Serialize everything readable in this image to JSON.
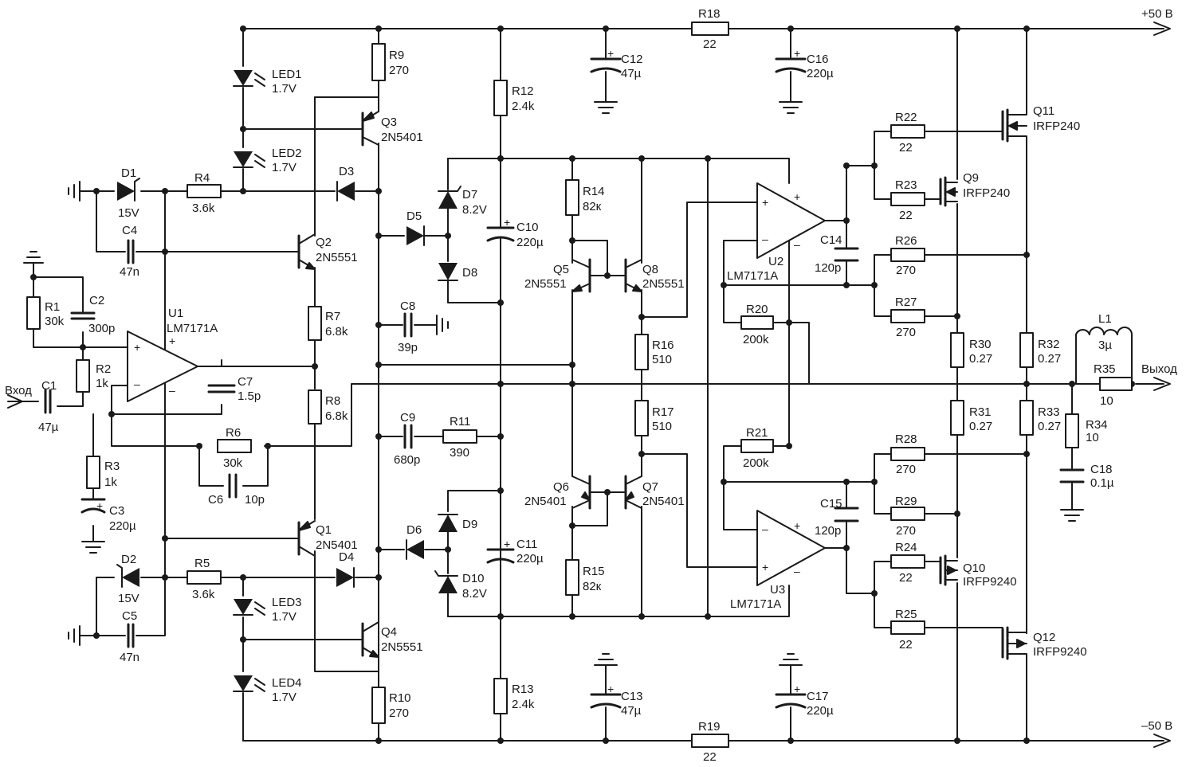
{
  "rails": {
    "positive": "+50 В",
    "negative": "–50 В"
  },
  "io": {
    "input": "Вход",
    "output": "Выход"
  },
  "resistors": [
    {
      "ref": "R1",
      "value": "30k"
    },
    {
      "ref": "R2",
      "value": "1k"
    },
    {
      "ref": "R3",
      "value": "1k"
    },
    {
      "ref": "R4",
      "value": "3.6k"
    },
    {
      "ref": "R5",
      "value": "3.6k"
    },
    {
      "ref": "R6",
      "value": "30k"
    },
    {
      "ref": "R7",
      "value": "6.8k"
    },
    {
      "ref": "R8",
      "value": "6.8k"
    },
    {
      "ref": "R9",
      "value": "270"
    },
    {
      "ref": "R10",
      "value": "270"
    },
    {
      "ref": "R11",
      "value": "390"
    },
    {
      "ref": "R12",
      "value": "2.4k"
    },
    {
      "ref": "R13",
      "value": "2.4k"
    },
    {
      "ref": "R14",
      "value": "82к"
    },
    {
      "ref": "R15",
      "value": "82к"
    },
    {
      "ref": "R16",
      "value": "510"
    },
    {
      "ref": "R17",
      "value": "510"
    },
    {
      "ref": "R18",
      "value": "22"
    },
    {
      "ref": "R19",
      "value": "22"
    },
    {
      "ref": "R20",
      "value": "200k"
    },
    {
      "ref": "R21",
      "value": "200k"
    },
    {
      "ref": "R22",
      "value": "22"
    },
    {
      "ref": "R23",
      "value": "22"
    },
    {
      "ref": "R24",
      "value": "22"
    },
    {
      "ref": "R25",
      "value": "22"
    },
    {
      "ref": "R26",
      "value": "270"
    },
    {
      "ref": "R27",
      "value": "270"
    },
    {
      "ref": "R28",
      "value": "270"
    },
    {
      "ref": "R29",
      "value": "270"
    },
    {
      "ref": "R30",
      "value": "0.27"
    },
    {
      "ref": "R31",
      "value": "0.27"
    },
    {
      "ref": "R32",
      "value": "0.27"
    },
    {
      "ref": "R33",
      "value": "0.27"
    },
    {
      "ref": "R34",
      "value": "10"
    },
    {
      "ref": "R35",
      "value": "10"
    }
  ],
  "capacitors": [
    {
      "ref": "C1",
      "value": "47µ"
    },
    {
      "ref": "C2",
      "value": "300p"
    },
    {
      "ref": "C3",
      "value": "220µ"
    },
    {
      "ref": "C4",
      "value": "47n"
    },
    {
      "ref": "C5",
      "value": "47n"
    },
    {
      "ref": "C6",
      "value": "10p"
    },
    {
      "ref": "C7",
      "value": "1.5p"
    },
    {
      "ref": "C8",
      "value": "39p"
    },
    {
      "ref": "C9",
      "value": "680p"
    },
    {
      "ref": "C10",
      "value": "220µ"
    },
    {
      "ref": "C11",
      "value": "220µ"
    },
    {
      "ref": "C12",
      "value": "47µ"
    },
    {
      "ref": "C13",
      "value": "47µ"
    },
    {
      "ref": "C14",
      "value": "120p"
    },
    {
      "ref": "C15",
      "value": "120p"
    },
    {
      "ref": "C16",
      "value": "220µ"
    },
    {
      "ref": "C17",
      "value": "220µ"
    },
    {
      "ref": "C18",
      "value": "0.1µ"
    }
  ],
  "diodes": [
    {
      "ref": "D1",
      "value": "15V"
    },
    {
      "ref": "D2",
      "value": "15V"
    },
    {
      "ref": "D3",
      "value": ""
    },
    {
      "ref": "D4",
      "value": ""
    },
    {
      "ref": "D5",
      "value": ""
    },
    {
      "ref": "D6",
      "value": ""
    },
    {
      "ref": "D7",
      "value": "8.2V"
    },
    {
      "ref": "D8",
      "value": ""
    },
    {
      "ref": "D9",
      "value": ""
    },
    {
      "ref": "D10",
      "value": "8.2V"
    },
    {
      "ref": "LED1",
      "value": "1.7V"
    },
    {
      "ref": "LED2",
      "value": "1.7V"
    },
    {
      "ref": "LED3",
      "value": "1.7V"
    },
    {
      "ref": "LED4",
      "value": "1.7V"
    }
  ],
  "transistors": [
    {
      "ref": "Q1",
      "value": "2N5401"
    },
    {
      "ref": "Q2",
      "value": "2N5551"
    },
    {
      "ref": "Q3",
      "value": "2N5401"
    },
    {
      "ref": "Q4",
      "value": "2N5551"
    },
    {
      "ref": "Q5",
      "value": "2N5551"
    },
    {
      "ref": "Q6",
      "value": "2N5401"
    },
    {
      "ref": "Q7",
      "value": "2N5401"
    },
    {
      "ref": "Q8",
      "value": "2N5551"
    },
    {
      "ref": "Q9",
      "value": "IRFP240"
    },
    {
      "ref": "Q10",
      "value": "IRFP9240"
    },
    {
      "ref": "Q11",
      "value": "IRFP240"
    },
    {
      "ref": "Q12",
      "value": "IRFP9240"
    }
  ],
  "opamps": [
    {
      "ref": "U1",
      "value": "LM7171A"
    },
    {
      "ref": "U2",
      "value": "LM7171A"
    },
    {
      "ref": "U3",
      "value": "LM7171A"
    }
  ],
  "inductors": [
    {
      "ref": "L1",
      "value": "3µ"
    }
  ],
  "pins": {
    "plus": "+",
    "minus": "–"
  }
}
